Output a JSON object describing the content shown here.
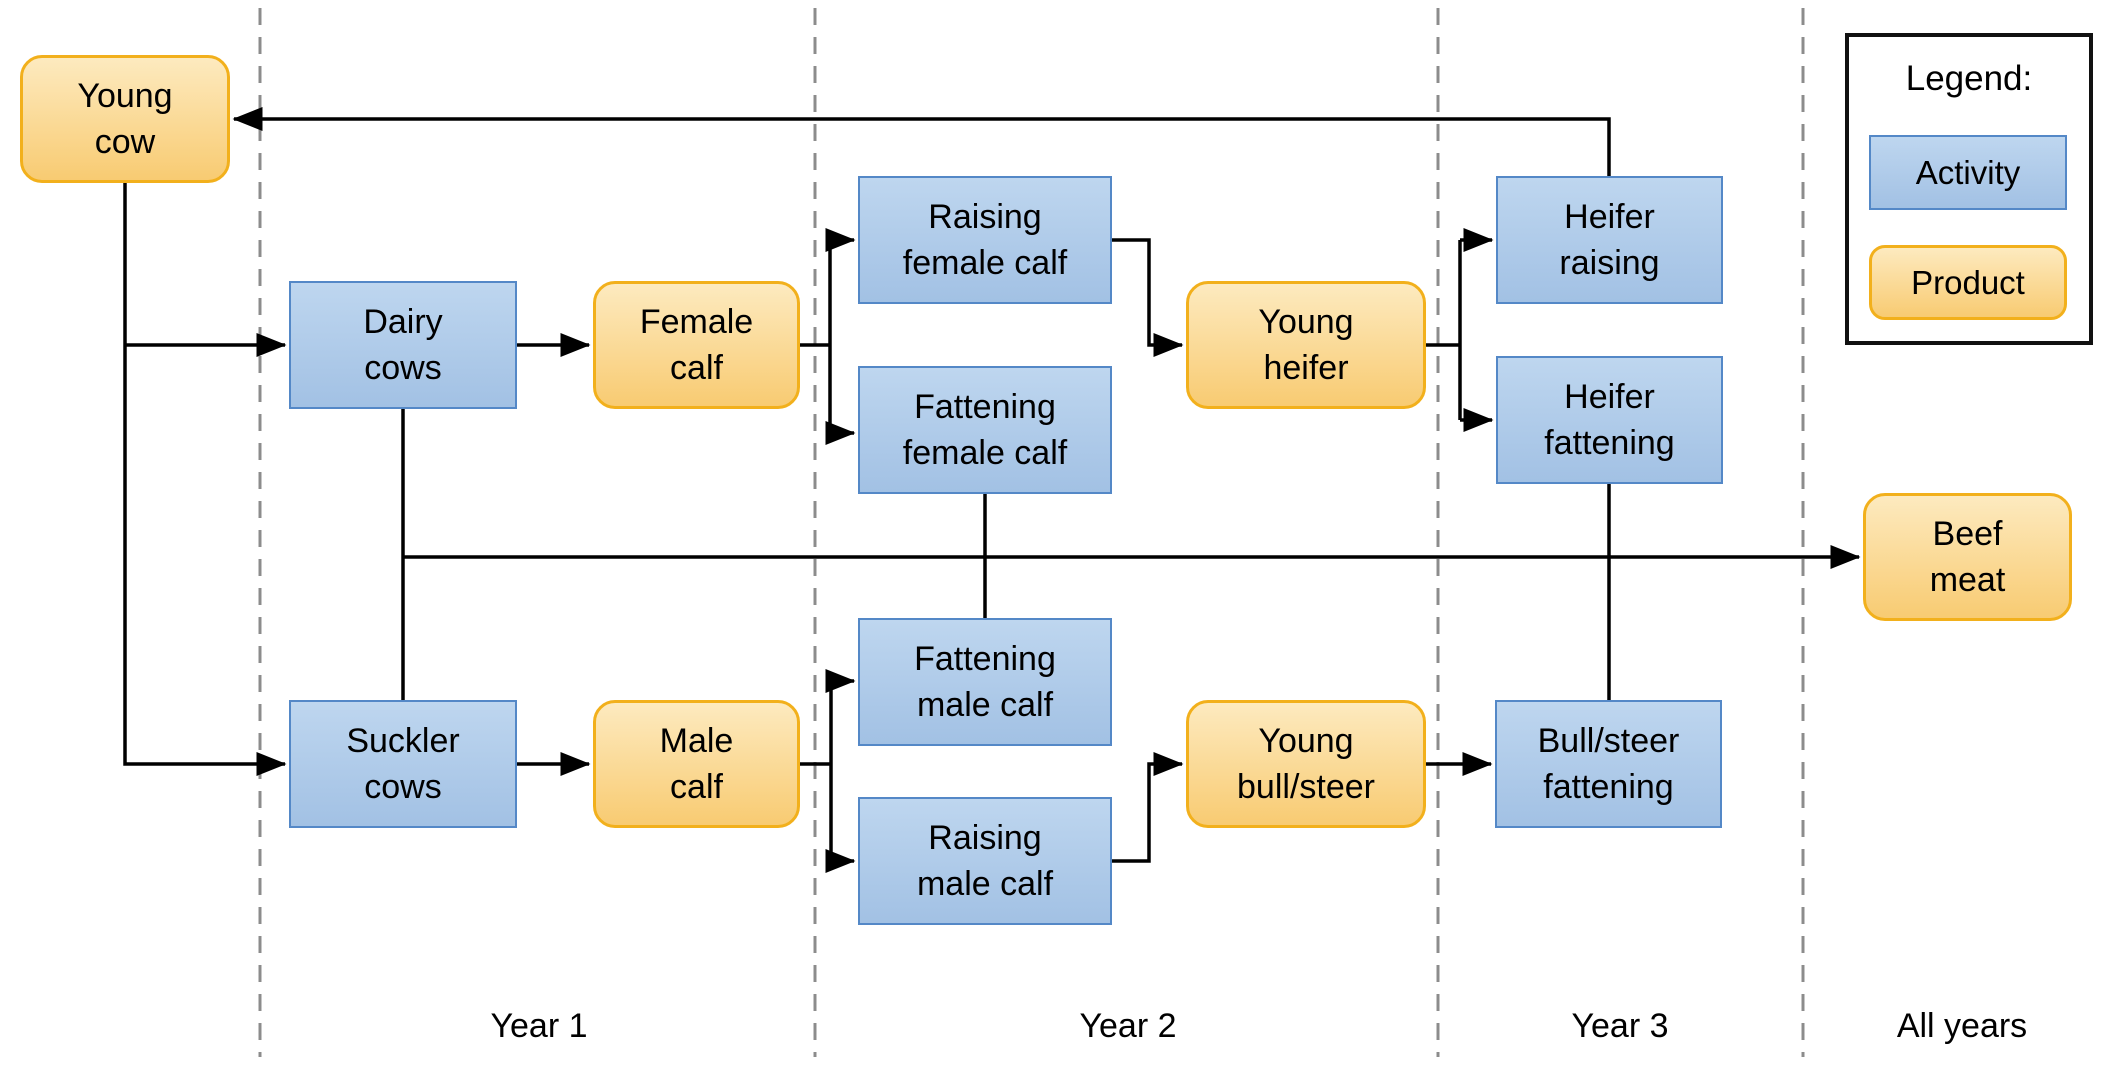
{
  "colors": {
    "background": "#ffffff",
    "text": "#000000",
    "connector": "#000000",
    "separator": "#8c8c8c",
    "activity_fill_top": "#bed6ef",
    "activity_fill_bottom": "#a2c1e4",
    "activity_border": "#5488c7",
    "product_fill_top": "#fdeabf",
    "product_fill_bottom": "#f8cb72",
    "product_border": "#f2b01c"
  },
  "legend": {
    "title": "Legend:",
    "items": [
      {
        "label": "Activity",
        "type": "activity"
      },
      {
        "label": "Product",
        "type": "product"
      }
    ]
  },
  "sections": [
    {
      "label": "Year 1"
    },
    {
      "label": "Year 2"
    },
    {
      "label": "Year 3"
    },
    {
      "label": "All years"
    }
  ],
  "nodes": {
    "young_cow": {
      "line1": "Young",
      "line2": "cow",
      "type": "product"
    },
    "dairy_cows": {
      "line1": "Dairy",
      "line2": "cows",
      "type": "activity"
    },
    "suckler_cows": {
      "line1": "Suckler",
      "line2": "cows",
      "type": "activity"
    },
    "female_calf": {
      "line1": "Female",
      "line2": "calf",
      "type": "product"
    },
    "male_calf": {
      "line1": "Male",
      "line2": "calf",
      "type": "product"
    },
    "raising_female_calf": {
      "line1": "Raising",
      "line2": "female calf",
      "type": "activity"
    },
    "fattening_female_calf": {
      "line1": "Fattening",
      "line2": "female calf",
      "type": "activity"
    },
    "fattening_male_calf": {
      "line1": "Fattening",
      "line2": "male calf",
      "type": "activity"
    },
    "raising_male_calf": {
      "line1": "Raising",
      "line2": "male calf",
      "type": "activity"
    },
    "young_heifer": {
      "line1": "Young",
      "line2": "heifer",
      "type": "product"
    },
    "young_bull_steer": {
      "line1": "Young",
      "line2": "bull/steer",
      "type": "product"
    },
    "heifer_raising": {
      "line1": "Heifer",
      "line2": "raising",
      "type": "activity"
    },
    "heifer_fattening": {
      "line1": "Heifer",
      "line2": "fattening",
      "type": "activity"
    },
    "bull_steer_fattening": {
      "line1": "Bull/steer",
      "line2": "fattening",
      "type": "activity"
    },
    "beef_meat": {
      "line1": "Beef",
      "line2": "meat",
      "type": "product"
    }
  },
  "edges": [
    {
      "from": "young_cow",
      "to": "dairy_cows"
    },
    {
      "from": "young_cow",
      "to": "suckler_cows"
    },
    {
      "from": "dairy_cows",
      "to": "female_calf"
    },
    {
      "from": "suckler_cows",
      "to": "male_calf"
    },
    {
      "from": "female_calf",
      "to": "raising_female_calf"
    },
    {
      "from": "female_calf",
      "to": "fattening_female_calf"
    },
    {
      "from": "male_calf",
      "to": "fattening_male_calf"
    },
    {
      "from": "male_calf",
      "to": "raising_male_calf"
    },
    {
      "from": "raising_female_calf",
      "to": "young_heifer"
    },
    {
      "from": "raising_male_calf",
      "to": "young_bull_steer"
    },
    {
      "from": "young_heifer",
      "to": "heifer_raising"
    },
    {
      "from": "young_heifer",
      "to": "heifer_fattening"
    },
    {
      "from": "young_bull_steer",
      "to": "bull_steer_fattening"
    },
    {
      "from": "heifer_raising",
      "to": "young_cow"
    },
    {
      "from": "dairy_cows",
      "to": "beef_meat"
    },
    {
      "from": "suckler_cows",
      "to": "beef_meat"
    },
    {
      "from": "fattening_female_calf",
      "to": "beef_meat"
    },
    {
      "from": "fattening_male_calf",
      "to": "beef_meat"
    },
    {
      "from": "heifer_fattening",
      "to": "beef_meat"
    },
    {
      "from": "bull_steer_fattening",
      "to": "beef_meat"
    }
  ]
}
